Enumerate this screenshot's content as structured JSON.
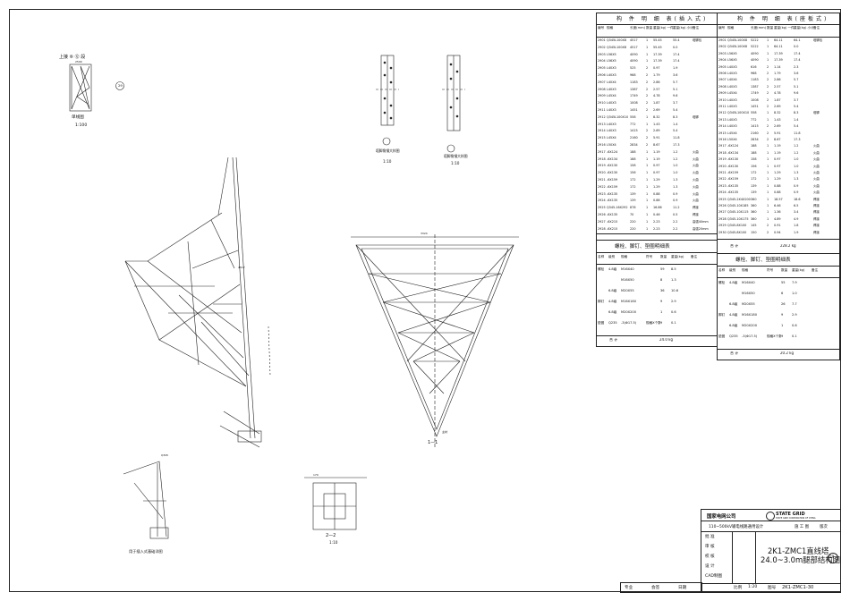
{
  "member_table_left": {
    "title": "构 件 明 细 表(插入式)",
    "head": [
      "编号",
      "规格",
      "长度(mm)",
      "数量",
      "重量(kg) 一件",
      "重量(kg) 小计",
      "备注"
    ],
    "rows": [
      [
        "2901",
        "Q345L100X8",
        "4517",
        "1",
        "55.45",
        "55.4",
        "塔脚包"
      ],
      [
        "2902",
        "Q345L100X8",
        "4517",
        "1",
        "55.45",
        "0.0",
        ""
      ],
      [
        "2903",
        "L56X5",
        "4090",
        "1",
        "17.39",
        "17.4",
        ""
      ],
      [
        "2904",
        "L56X5",
        "4090",
        "1",
        "17.39",
        "17.4",
        ""
      ],
      [
        "2905",
        "L40X3",
        "525",
        "2",
        "0.97",
        "1.9",
        ""
      ],
      [
        "2906",
        "L40X3",
        "968",
        "2",
        "1.79",
        "3.6",
        ""
      ],
      [
        "2907",
        "L40X4",
        "1183",
        "2",
        "2.86",
        "5.7",
        ""
      ],
      [
        "2908",
        "L40X3",
        "1387",
        "2",
        "2.57",
        "5.1",
        ""
      ],
      [
        "2909",
        "L45X4",
        "1749",
        "2",
        "4.78",
        "9.6",
        ""
      ],
      [
        "2910",
        "L40X3",
        "1008",
        "2",
        "1.87",
        "3.7",
        ""
      ],
      [
        "2911",
        "L40X3",
        "1451",
        "2",
        "2.69",
        "5.4",
        ""
      ],
      [
        "2912",
        "Q345L100X10",
        "558",
        "1",
        "8.32",
        "8.3",
        "塔脚"
      ],
      [
        "2913",
        "L40X3",
        "772",
        "1",
        "1.43",
        "1.4",
        ""
      ],
      [
        "2914",
        "L40X3",
        "1415",
        "2",
        "2.69",
        "5.4",
        ""
      ],
      [
        "2915",
        "L45X4",
        "2160",
        "2",
        "5.91",
        "11.8",
        ""
      ],
      [
        "2916",
        "L50X4",
        "2834",
        "2",
        "8.67",
        "17.3",
        ""
      ],
      [
        "2917",
        "-6X124",
        "188",
        "1",
        "1.19",
        "1.2",
        "火曲"
      ],
      [
        "2918",
        "-6X134",
        "188",
        "1",
        "1.19",
        "1.2",
        "火曲"
      ],
      [
        "2919",
        "-6X130",
        "158",
        "1",
        "0.97",
        "1.0",
        "火曲"
      ],
      [
        "2920",
        "-6X130",
        "156",
        "1",
        "0.97",
        "1.0",
        "火曲"
      ],
      [
        "2921",
        "-6X159",
        "172",
        "1",
        "1.29",
        "1.3",
        "火曲"
      ],
      [
        "2922",
        "-6X159",
        "172",
        "1",
        "1.29",
        "1.3",
        "火曲"
      ],
      [
        "2923",
        "-6X135",
        "139",
        "1",
        "0.88",
        "0.9",
        "火曲"
      ],
      [
        "2924",
        "-6X135",
        "139",
        "1",
        "0.88",
        "0.9",
        "火曲"
      ],
      [
        "2925",
        "Q345-16X292",
        "878",
        "1",
        "16.86",
        "11.2",
        "焊接"
      ],
      [
        "2926",
        "-6X135",
        "70",
        "1",
        "0.46",
        "0.5",
        "焊接"
      ],
      [
        "2927",
        "-6X215",
        "220",
        "1",
        "2.23",
        "2.2",
        "高强40mm"
      ],
      [
        "2928",
        "-6X215",
        "220",
        "1",
        "2.23",
        "2.2",
        "高强20mm"
      ]
    ],
    "total_label": "合 计",
    "total_value": "194.7 kg"
  },
  "member_table_right": {
    "title": "构 件 明 细 表(座板式)",
    "head": [
      "编号",
      "规格",
      "长度(mm)",
      "数量",
      "重量(kg) 一件",
      "重量(kg) 小计",
      "备注"
    ],
    "rows": [
      [
        "2901",
        "Q345L100X8",
        "5222",
        "1",
        "64.11",
        "64.1",
        "塔脚包"
      ],
      [
        "2902",
        "Q345L100X8",
        "5222",
        "1",
        "64.11",
        "0.0",
        ""
      ],
      [
        "2903",
        "L56X5",
        "4090",
        "1",
        "17.39",
        "17.4",
        ""
      ],
      [
        "2904",
        "L56X5",
        "4090",
        "1",
        "17.39",
        "17.4",
        ""
      ],
      [
        "2905",
        "L40X3",
        "616",
        "2",
        "1.14",
        "2.3",
        ""
      ],
      [
        "2906",
        "L40X3",
        "968",
        "2",
        "1.79",
        "3.6",
        ""
      ],
      [
        "2907",
        "L40X4",
        "1183",
        "2",
        "2.86",
        "5.7",
        ""
      ],
      [
        "2908",
        "L40X3",
        "1387",
        "2",
        "2.57",
        "5.1",
        ""
      ],
      [
        "2909",
        "L45X4",
        "1749",
        "2",
        "4.78",
        "9.6",
        ""
      ],
      [
        "2910",
        "L40X3",
        "1008",
        "2",
        "1.87",
        "3.7",
        ""
      ],
      [
        "2911",
        "L40X3",
        "1451",
        "2",
        "2.69",
        "5.4",
        ""
      ],
      [
        "2912",
        "Q345L100X10",
        "558",
        "1",
        "8.32",
        "8.3",
        "塔脚"
      ],
      [
        "2913",
        "L40X3",
        "772",
        "1",
        "1.43",
        "1.4",
        ""
      ],
      [
        "2914",
        "L40X3",
        "1415",
        "2",
        "2.69",
        "5.4",
        ""
      ],
      [
        "2915",
        "L45X4",
        "2160",
        "2",
        "5.91",
        "11.8",
        ""
      ],
      [
        "2916",
        "L50X4",
        "2834",
        "2",
        "8.67",
        "17.3",
        ""
      ],
      [
        "2917",
        "-6X124",
        "188",
        "1",
        "1.19",
        "1.2",
        "火曲"
      ],
      [
        "2918",
        "-6X134",
        "188",
        "1",
        "1.19",
        "1.2",
        "火曲"
      ],
      [
        "2919",
        "-6X130",
        "158",
        "1",
        "0.97",
        "1.0",
        "火曲"
      ],
      [
        "2920",
        "-6X130",
        "156",
        "1",
        "0.97",
        "1.0",
        "火曲"
      ],
      [
        "2921",
        "-6X159",
        "172",
        "1",
        "1.29",
        "1.3",
        "火曲"
      ],
      [
        "2922",
        "-6X159",
        "172",
        "1",
        "1.29",
        "1.3",
        "火曲"
      ],
      [
        "2923",
        "-6X135",
        "139",
        "1",
        "0.88",
        "0.9",
        "火曲"
      ],
      [
        "2924",
        "-6X135",
        "139",
        "1",
        "0.88",
        "0.9",
        "火曲"
      ],
      [
        "2925",
        "Q345-2X4X200",
        "360",
        "1",
        "18.57",
        "18.6",
        "焊接"
      ],
      [
        "2926",
        "Q345-10X185",
        "360",
        "1",
        "6.46",
        "6.5",
        "焊接"
      ],
      [
        "2927",
        "Q345-10X115",
        "360",
        "1",
        "1.36",
        "3.4",
        "焊接"
      ],
      [
        "2928",
        "Q345-10X175",
        "360",
        "1",
        "4.89",
        "4.9",
        "焊接"
      ],
      [
        "2929",
        "Q345-8X100",
        "145",
        "2",
        "0.91",
        "1.8",
        "焊接"
      ],
      [
        "2930",
        "Q345-8X100",
        "150",
        "2",
        "0.94",
        "1.9",
        "焊接"
      ]
    ],
    "total_label": "合 计",
    "total_value": "228.2 kg"
  },
  "bolt_table_left": {
    "title": "螺栓、脚钉、垫圈明细表",
    "head": [
      "名称",
      "级别",
      "规格",
      "符号",
      "数量",
      "重量(kg)",
      "备注"
    ],
    "rows": [
      [
        "螺栓",
        "4.8级",
        "M16X40",
        "",
        "59",
        "8.5",
        ""
      ],
      [
        "",
        "",
        "M16X50",
        "",
        "8",
        "1.3",
        ""
      ],
      [
        "",
        "6.8级",
        "M20X55",
        "",
        "36",
        "10.6",
        ""
      ],
      [
        "脚钉",
        "4.8级",
        "M16X180",
        "",
        "9",
        "2.9",
        ""
      ],
      [
        "",
        "6.8级",
        "M20X200",
        "",
        "1",
        "0.6",
        ""
      ],
      [
        "垫圈",
        "Q235",
        "-3(Φ17.5)",
        "规格X个数",
        "9",
        "0.1",
        ""
      ]
    ],
    "total_label": "合 计",
    "total_value": "24.0 kg"
  },
  "bolt_table_right": {
    "title": "螺栓、脚钉、垫圈明细表",
    "head": [
      "名称",
      "级别",
      "规格",
      "符号",
      "数量",
      "重量(kg)",
      "备注"
    ],
    "rows": [
      [
        "螺栓",
        "4.8级",
        "M16X40",
        "",
        "55",
        "7.9",
        ""
      ],
      [
        "",
        "",
        "M16X50",
        "",
        "6",
        "1.0",
        ""
      ],
      [
        "",
        "6.8级",
        "M20X55",
        "",
        "26",
        "7.7",
        ""
      ],
      [
        "脚钉",
        "4.8级",
        "M16X180",
        "",
        "9",
        "2.9",
        ""
      ],
      [
        "",
        "6.8级",
        "M20X200",
        "",
        "1",
        "0.6",
        ""
      ],
      [
        "垫圈",
        "Q235",
        "-3(Φ17.5)",
        "规格X个数",
        "9",
        "0.1",
        ""
      ]
    ],
    "total_label": "合 计",
    "total_value": "20.2 kg"
  },
  "drawings": {
    "key_plan_label": "上接 ⑥ ⑫ 段",
    "key_plan_caption": "单线图",
    "key_plan_scale": "1:100",
    "key_plan_mark": "29",
    "detail_a_caption": "塔脚角钢大样图",
    "detail_a_scale": "1:10",
    "detail_b_caption": "塔脚角钢大样图",
    "detail_b_scale": "1:10",
    "section_1_label": "1—1",
    "section_2_label": "2—2",
    "section_2_scale": "1:10",
    "detail_c_caption": "用于插入式基础详图"
  },
  "title_block": {
    "company": "国家电网公司",
    "brand": "STATE GRID",
    "brand_sub": "STATE GRID CORPORATION OF CHINA",
    "project": "110~500kV输电线路通用设计",
    "phase_label": "施 工 图",
    "version_label": "版次",
    "roles": [
      "批 准",
      "审 核",
      "校 核",
      "设 计",
      "CAD制图"
    ],
    "drawing_title_1": "2K1-ZMC1直线塔",
    "drawing_title_2": "24.0~3.0m腿部结构图",
    "sheet_mark": "29",
    "scale_label": "比例",
    "scale_value": "1:20",
    "number_label": "图号",
    "number_value": "2K1-ZMC1-30",
    "signoff": [
      "专业",
      "会签",
      "日期"
    ]
  }
}
